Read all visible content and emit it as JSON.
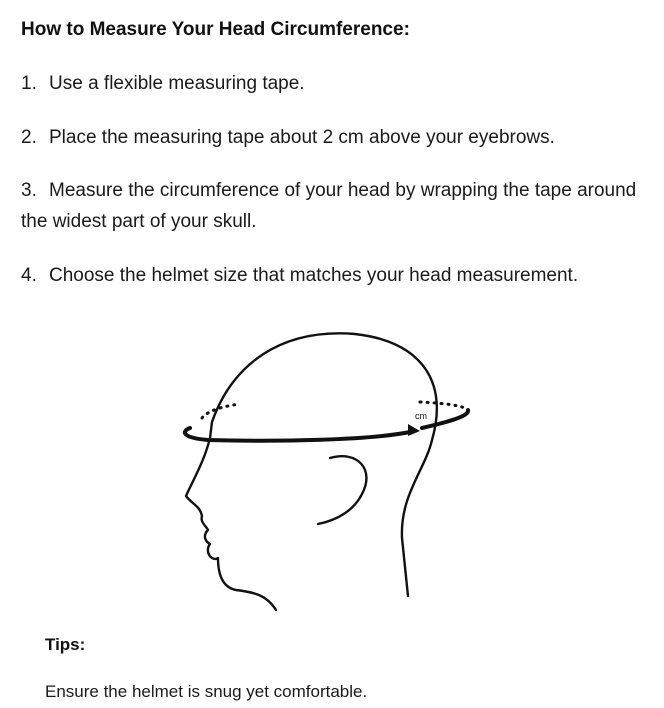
{
  "title": "How to Measure Your Head Circumference:",
  "steps": [
    {
      "number": "1.",
      "text": "Use a flexible measuring tape."
    },
    {
      "number": "2.",
      "text": "Place the measuring tape about 2 cm above your eyebrows."
    },
    {
      "number": "3.",
      "text": "Measure the circumference of your head by wrapping the tape around the widest part of your skull."
    },
    {
      "number": "4.",
      "text": "Choose the helmet size that matches your head measurement."
    }
  ],
  "illustration": {
    "tape_label": "cm"
  },
  "tips": {
    "heading": "Tips:",
    "text": "Ensure the helmet is snug yet comfortable."
  }
}
